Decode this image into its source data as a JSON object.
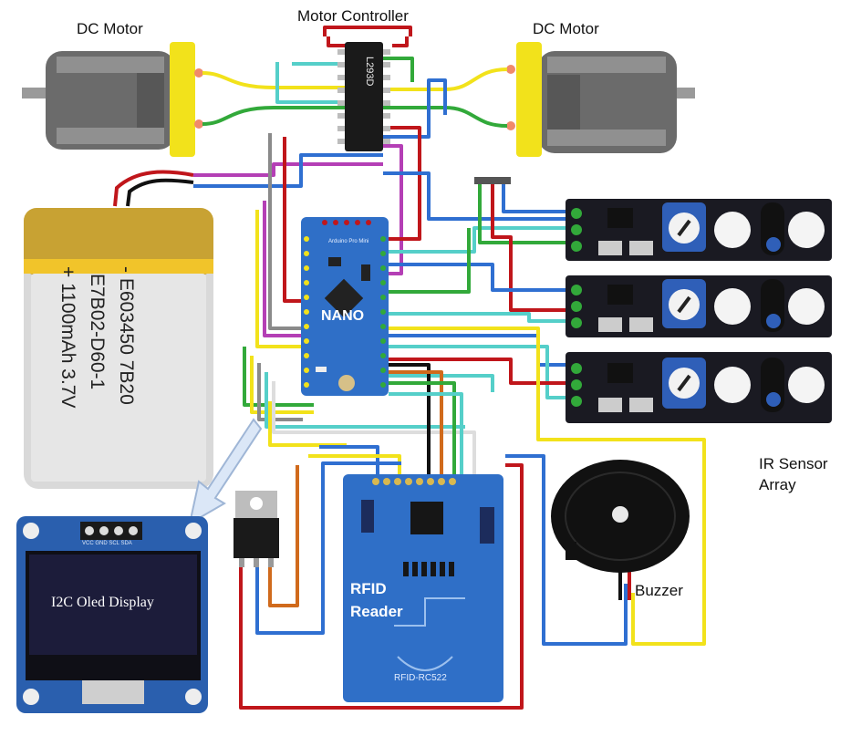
{
  "labels": {
    "dc_motor_left": "DC Motor",
    "motor_controller": "Motor Controller",
    "dc_motor_right": "DC Motor",
    "ic_marking": "L293D",
    "nano": "NANO",
    "nano_small": "Arduino Pro Mini",
    "ir_sensor": "IR Sensor\nArray",
    "ir_sensor_line1": "IR Sensor",
    "ir_sensor_line2": "Array",
    "oled": "I2C Oled Display",
    "oled_pins": "VCC  GND  SCL  SDA",
    "rfid_line1": "RFID",
    "rfid_line2": "Reader",
    "rfid_model": "RFID-RC522",
    "buzzer": "Buzzer",
    "battery_line1": "- E603450 7B20",
    "battery_line2": "E7B02-D60-1",
    "battery_line3": "+ 1100mAh 3.7V"
  },
  "colors": {
    "wire_red": "#c0161b",
    "wire_green": "#32a93a",
    "wire_yellow": "#f2e21b",
    "wire_blue": "#2f6fd1",
    "wire_cyan": "#55cfc9",
    "wire_magenta": "#b43fb5",
    "wire_gray": "#8a8a8a",
    "wire_black": "#111111",
    "wire_orange": "#d06a1c",
    "board_blue": "#2f6fc7",
    "board_dark": "#1c1c2c"
  }
}
